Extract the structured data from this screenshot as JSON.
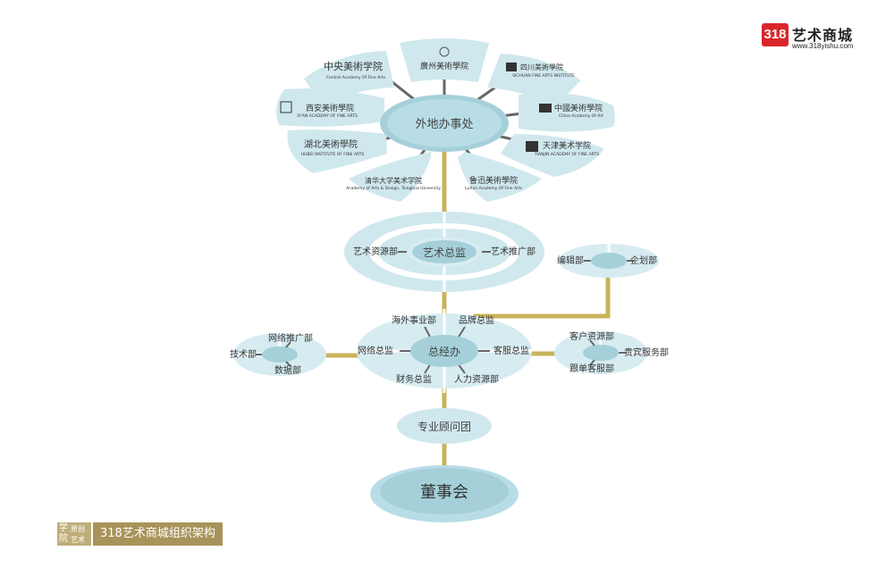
{
  "brand": {
    "badge": "318",
    "name": "艺术商城",
    "url": "www.318yishu.com",
    "color": "#d9262b"
  },
  "footer": {
    "logo_chars": [
      "学",
      "原创",
      "院",
      "艺术"
    ],
    "title": "318艺术商城组织架构"
  },
  "colors": {
    "fill": "#b8dde6",
    "fill_light": "#cfe8ee",
    "connector": "#c9b35a",
    "spoke": "#666666"
  },
  "nodes": {
    "board": "董事会",
    "advisory": "专业顾问团",
    "gm": "总经办",
    "art_director": "艺术总监",
    "branch_office": "外地办事处",
    "editorial_hub": "",
    "tech_hub": "",
    "service_hub": ""
  },
  "gm_units": {
    "overseas": "海外事业部",
    "brand": "品牌总监",
    "network": "网络总监",
    "customer_service": "客服总监",
    "finance": "财务总监",
    "hr": "人力资源部"
  },
  "art_units": {
    "resources": "艺术资源部",
    "promotion": "艺术推广部"
  },
  "editorial_units": {
    "editing": "编辑部",
    "planning": "企划部"
  },
  "network_units": {
    "promotion": "网络推广部",
    "tech": "技术部",
    "data": "数据部"
  },
  "service_units": {
    "customer_resources": "客户资源部",
    "vip": "贵宾服务部",
    "order": "跟单客服部"
  },
  "academies": [
    {
      "id": "central",
      "cn": "中央美術学院",
      "en": "Central Academy Of Fine Arts"
    },
    {
      "id": "guangzhou",
      "cn": "廣州美術學院",
      "en": ""
    },
    {
      "id": "sichuan",
      "cn": "四川美術學院",
      "en": "SICHUAN FINE ARTS INSTITUTE"
    },
    {
      "id": "china",
      "cn": "中國美術學院",
      "en": "China Academy Of Art"
    },
    {
      "id": "tianjin",
      "cn": "天津美术学院",
      "en": "TIANJIN ACADEMY OF FINE ARTS"
    },
    {
      "id": "luxun",
      "cn": "鲁迅美術學院",
      "en": "LuXun Academy Of Fine Arts"
    },
    {
      "id": "tsinghua",
      "cn": "清华大学美术学院",
      "en": "Academy of Arts & Design, Tsinghua University"
    },
    {
      "id": "hubei",
      "cn": "湖北美術學院",
      "en": "HUBEI INSTITUTE OF FINE ARTS"
    },
    {
      "id": "xian",
      "cn": "西安美術學院",
      "en": "XI'AN ACADEMY OF FINE ARTS"
    }
  ]
}
